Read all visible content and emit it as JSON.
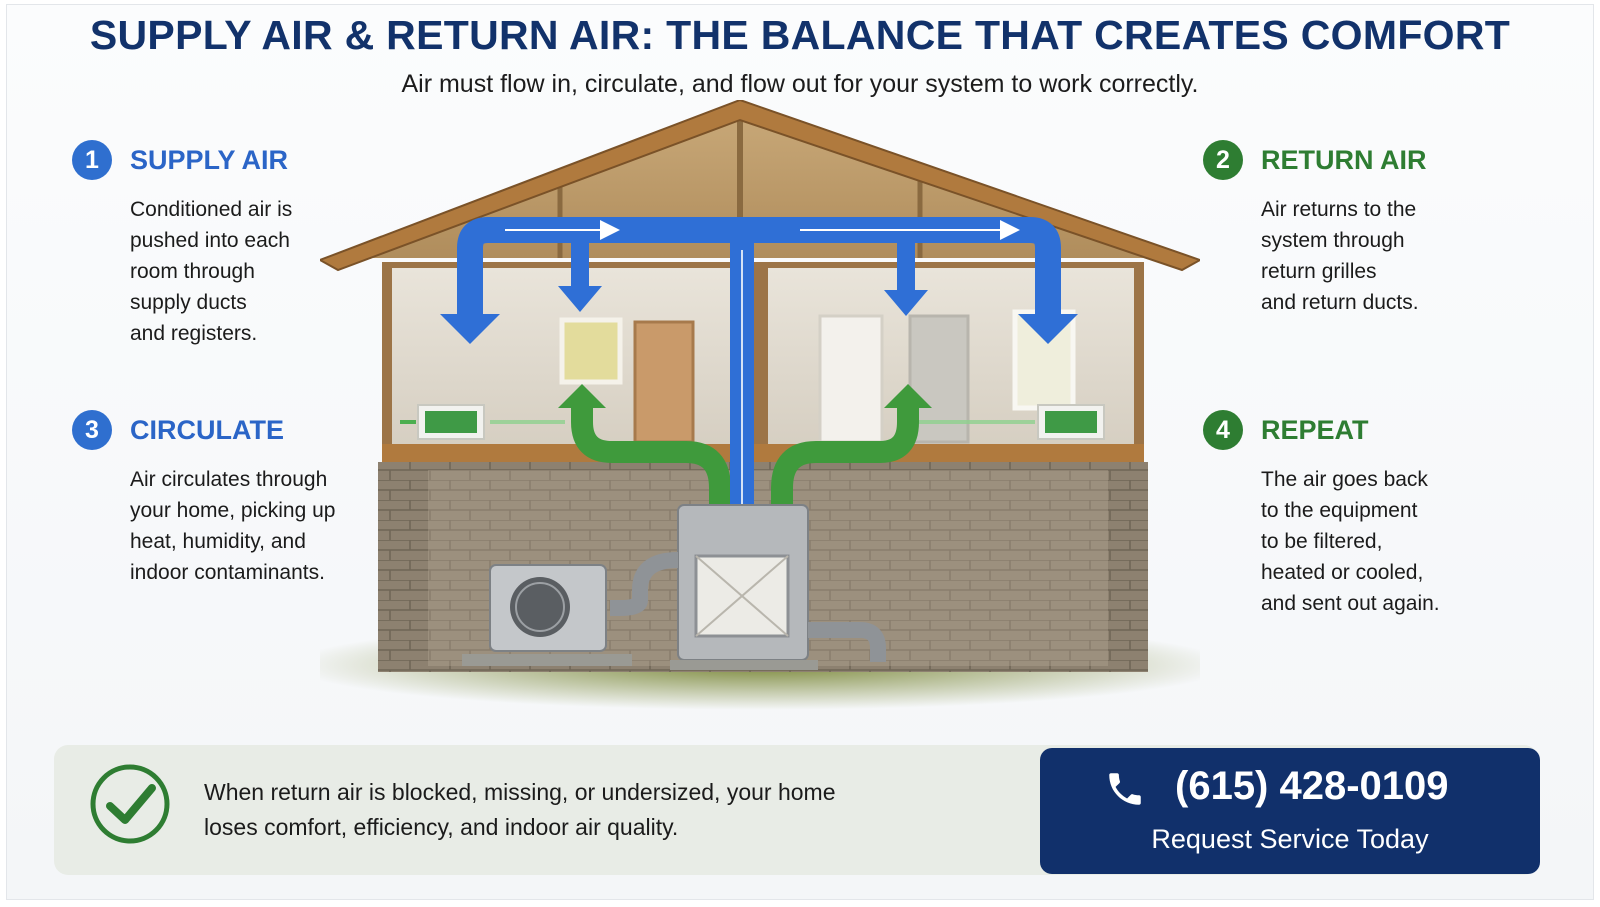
{
  "header": {
    "title": "SUPPLY AIR & RETURN AIR: THE BALANCE THAT CREATES COMFORT",
    "subtitle": "Air must flow in, circulate, and flow out for your system to work correctly."
  },
  "steps": [
    {
      "number": "1",
      "title": "SUPPLY AIR",
      "text": "Conditioned air is\npushed into each\nroom through\nsupply ducts\nand registers."
    },
    {
      "number": "2",
      "title": "RETURN AIR",
      "text": "Air returns to the\nsystem through\nreturn grilles\nand return ducts."
    },
    {
      "number": "3",
      "title": "CIRCULATE",
      "text": "Air circulates through\nyour home, picking up\nheat, humidity, and\nindoor contaminants."
    },
    {
      "number": "4",
      "title": "REPEAT",
      "text": "The air goes back\nto the equipment\nto be filtered,\nheated or cooled,\nand sent out again."
    }
  ],
  "banner": {
    "text": "When return air is blocked, missing, or undersized, your home\nloses comfort, efficiency, and indoor air quality."
  },
  "cta": {
    "phone": "(615) 428-0109",
    "label": "Request Service Today"
  },
  "colors": {
    "navy": "#12326b",
    "supply_blue": "#2f6fcf",
    "return_green": "#2e7d32"
  },
  "icons": [
    "check-circle-icon",
    "phone-icon"
  ]
}
